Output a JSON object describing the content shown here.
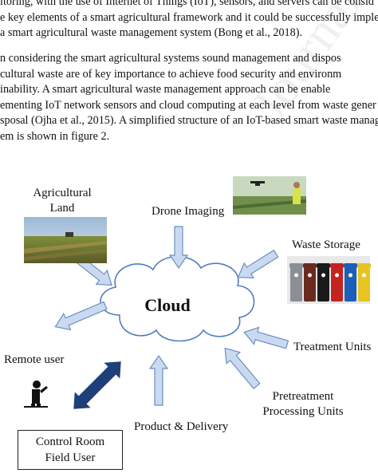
{
  "watermark": "Journal",
  "para1": [
    "itoring, with the use of Internet of Things (IoT), sensors, and servers can be consid",
    "e key elements of a smart agricultural framework and it could be successfully imple",
    "a smart agricultural waste management system (Bong et al., 2018)."
  ],
  "para2": [
    "n considering the smart agricultural systems sound management and dispos",
    "cultural waste are of key importance to achieve food security and environm",
    "inability. A smart agricultural waste management approach can be enable",
    "ementing IoT network sensors and cloud computing at each level from waste gener",
    "sposal (Ojha et al., 2015). A simplified structure of an IoT-based smart waste manage",
    "em is shown in figure 2."
  ],
  "figure": {
    "cloud": "Cloud",
    "agri_land": [
      "Agricultural",
      "Land"
    ],
    "drone": "Drone Imaging",
    "waste_storage": "Waste Storage",
    "treatment": "Treatment Units",
    "pretreatment": [
      "Pretreatment",
      "Processing Units"
    ],
    "product": "Product & Delivery",
    "remote_user": "Remote user",
    "control_room": [
      "Control Room",
      "Field User"
    ]
  },
  "colors": {
    "arrow_fill": "#c9daf0",
    "arrow_stroke": "#6b8fc0",
    "double_arrow": "#1f3f7a",
    "bin_colors": [
      "#8a8f96",
      "#6b2a1e",
      "#1a1a1a",
      "#c4241f",
      "#1d5fb8",
      "#e6c421"
    ]
  }
}
